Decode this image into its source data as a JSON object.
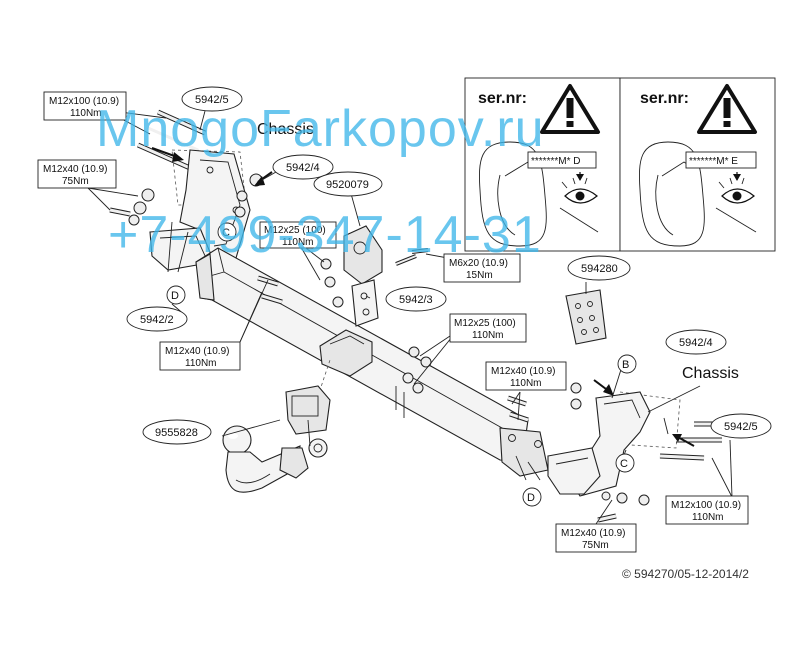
{
  "watermark": {
    "line1": "MnogoFarkopov.ru",
    "line2": "+7-499-347-14-31"
  },
  "labels": {
    "chassis_left": "Chassis",
    "chassis_right": "Chassis",
    "ref_5942_5_left": "5942/5",
    "ref_5942_4_left": "5942/4",
    "ref_9520079": "9520079",
    "ref_5942_3": "5942/3",
    "ref_5942_2": "5942/2",
    "ref_594280": "594280",
    "ref_5942_4_right": "5942/4",
    "ref_5942_5_right": "5942/5",
    "ref_9555828": "9555828",
    "letter_c_left": "C",
    "letter_d_left": "D",
    "letter_b": "B",
    "letter_c_right": "C",
    "letter_d_right": "D"
  },
  "specs": {
    "m12x100_left": {
      "size": "M12x100 (10.9)",
      "torque": "110Nm"
    },
    "m12x40_left": {
      "size": "M12x40 (10.9)",
      "torque": "75Nm"
    },
    "m12x25_top": {
      "size": "M12x25 (100)",
      "torque": "110Nm"
    },
    "m6x20": {
      "size": "M6x20 (10.9)",
      "torque": "15Nm"
    },
    "m12x25_mid": {
      "size": "M12x25 (100)",
      "torque": "110Nm"
    },
    "m12x40_beam": {
      "size": "M12x40 (10.9)",
      "torque": "110Nm"
    },
    "m12x40_right": {
      "size": "M12x40 (10.9)",
      "torque": "110Nm"
    },
    "m12x100_right": {
      "size": "M12x100 (10.9)",
      "torque": "110Nm"
    },
    "m12x40_bottom": {
      "size": "M12x40 (10.9)",
      "torque": "75Nm"
    }
  },
  "sernr_panels": [
    {
      "title": "ser.nr:",
      "code": "*******M* D"
    },
    {
      "title": "ser.nr:",
      "code": "*******M* E"
    }
  ],
  "copyright": "© 594270/05-12-2014/2"
}
